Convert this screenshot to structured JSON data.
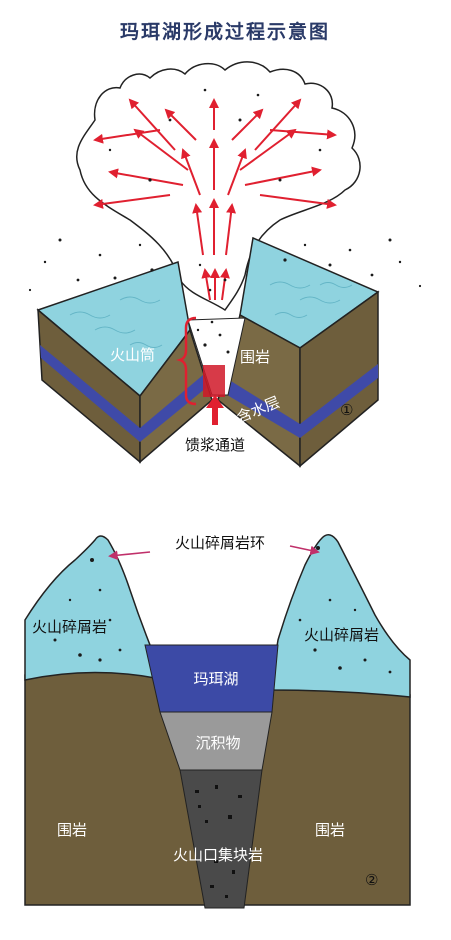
{
  "title": "玛珥湖形成过程示意图",
  "diagram1": {
    "number": "①",
    "labels": {
      "vent": "火山筒",
      "wall_rock": "围岩",
      "aquifer": "含水层",
      "feeder": "馈浆通道"
    }
  },
  "diagram2": {
    "number": "②",
    "labels": {
      "tephra_ring": "火山碎屑岩环",
      "tephra_left": "火山碎屑岩",
      "tephra_right": "火山碎屑岩",
      "lake": "玛珥湖",
      "sediment": "沉积物",
      "wall_left": "围岩",
      "wall_right": "围岩",
      "agglomerate": "火山口集块岩"
    }
  },
  "colors": {
    "title": "#2a3a68",
    "water": "#8fd3df",
    "rock": "#6e5e3c",
    "aquifer": "#3f4aa8",
    "lake": "#3c4aa6",
    "sediment": "#9a9a9a",
    "breccia": "#4a4a4a",
    "arrow": "#e02030"
  }
}
